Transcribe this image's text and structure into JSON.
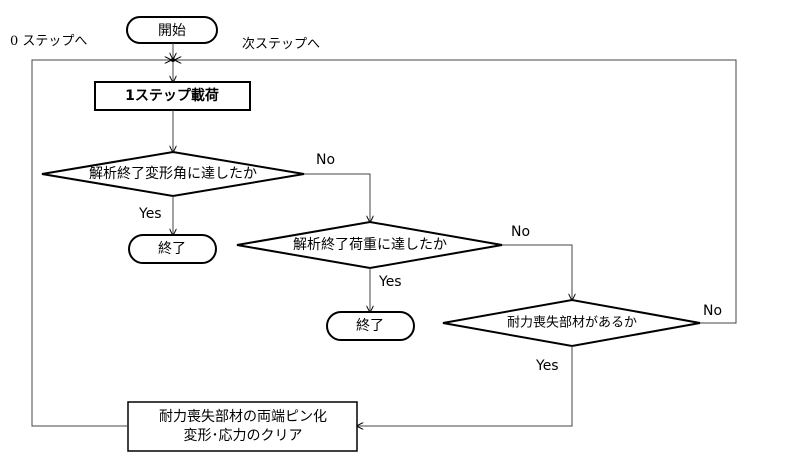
{
  "start": {
    "label": "開始"
  },
  "loop_labels": {
    "to_step0": "0 ステップへ",
    "to_next_step": "次ステップへ"
  },
  "process": {
    "load_step": "1ステップ載荷",
    "pin_and_clear_line1": "耐力喪失部材の両端ピン化",
    "pin_and_clear_line2": "変形･応力のクリア"
  },
  "decisions": {
    "angle_reached": "解析終了変形角に達したか",
    "load_reached": "解析終了荷重に達したか",
    "member_lost": "耐力喪失部材があるか"
  },
  "terminals": {
    "end_1": "終了",
    "end_2": "終了"
  },
  "branches": {
    "angle_no": "No",
    "angle_yes": "Yes",
    "load_no": "No",
    "load_yes": "Yes",
    "member_no": "No",
    "member_yes": "Yes"
  }
}
